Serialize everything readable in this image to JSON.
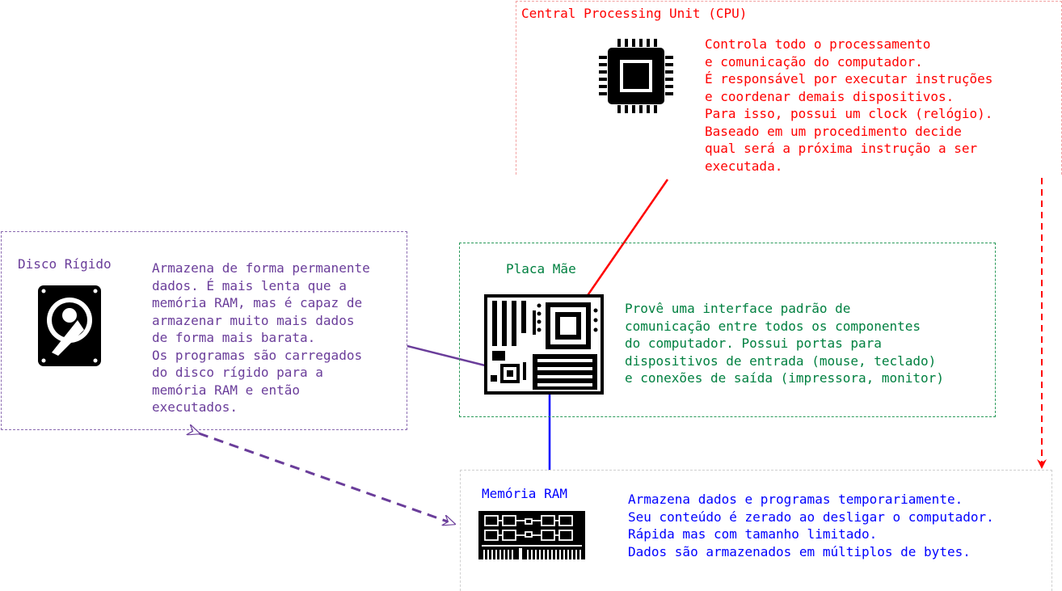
{
  "colors": {
    "cpu": "#ff0000",
    "motherboard": "#008040",
    "disk": "#6a3d9a",
    "ram": "#0000ff"
  },
  "cpu": {
    "title": "Central Processing Unit (CPU)",
    "icon": "cpu-chip-icon",
    "description": [
      "Controla todo o processamento",
      "e comunicação do computador.",
      "É responsável por executar instruções",
      "e coordenar demais dispositivos.",
      "Para isso, possui um clock (relógio).",
      "Baseado em um procedimento decide",
      "qual será a próxima instrução a ser",
      "executada."
    ]
  },
  "motherboard": {
    "title": "Placa Mãe",
    "icon": "motherboard-icon",
    "description": [
      "Provê uma interface padrão de",
      "comunicação entre todos os componentes",
      "do computador. Possui portas para",
      "dispositivos de entrada (mouse, teclado)",
      "e conexões de saída (impressora, monitor)"
    ]
  },
  "disk": {
    "title": "Disco Rígido",
    "icon": "hard-disk-icon",
    "description": [
      "Armazena de forma permanente",
      "dados. É mais lenta que a",
      "memória RAM, mas é capaz de",
      "armazenar muito mais dados",
      "de forma mais barata.",
      "Os programas são carregados",
      "do disco rígido para a",
      "memória RAM e então",
      "executados."
    ]
  },
  "ram": {
    "title": "Memória RAM",
    "icon": "ram-module-icon",
    "description": [
      "Armazena dados e programas temporariamente.",
      "Seu conteúdo é zerado ao desligar o computador.",
      "Rápida mas com tamanho limitado.",
      "Dados são armazenados em múltiplos de bytes."
    ]
  }
}
